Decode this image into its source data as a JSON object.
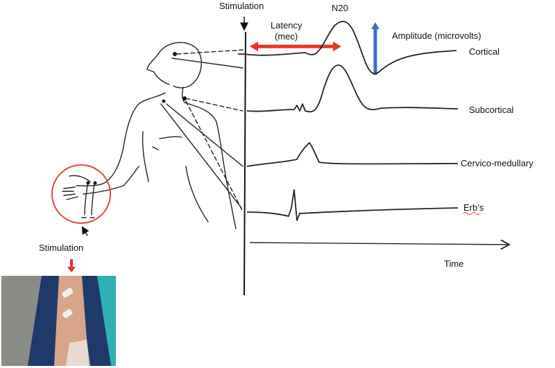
{
  "labels": {
    "stimulation_top": "Stimulation",
    "latency_line1": "Latency",
    "latency_line2": "(mec)",
    "peak": "N20",
    "amplitude": "Amplitude (microvolts)",
    "time_axis": "Time",
    "stimulation_bottom": "Stimulation"
  },
  "traces": [
    {
      "name": "Cortical"
    },
    {
      "name": "Subcortical"
    },
    {
      "name": "Cervico-medullary"
    },
    {
      "name": "Erb’s"
    }
  ],
  "colors": {
    "latency_arrow": "#e8322a",
    "amplitude_arrow": "#3a6fc0",
    "stimulation_circle": "#e0473a",
    "ink": "#222222"
  }
}
